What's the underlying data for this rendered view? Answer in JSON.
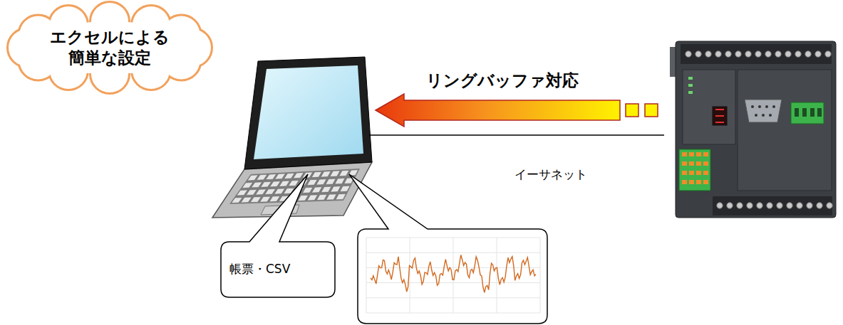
{
  "diagram": {
    "nodes": [
      {
        "text": [
          "エクセルによる 簡単な設定"
        ]
      },
      {
        "text": [
          "帳票・CSV"
        ]
      }
    ],
    "labels": [
      "リングバッファ対応",
      "イーサネット"
    ]
  }
}
